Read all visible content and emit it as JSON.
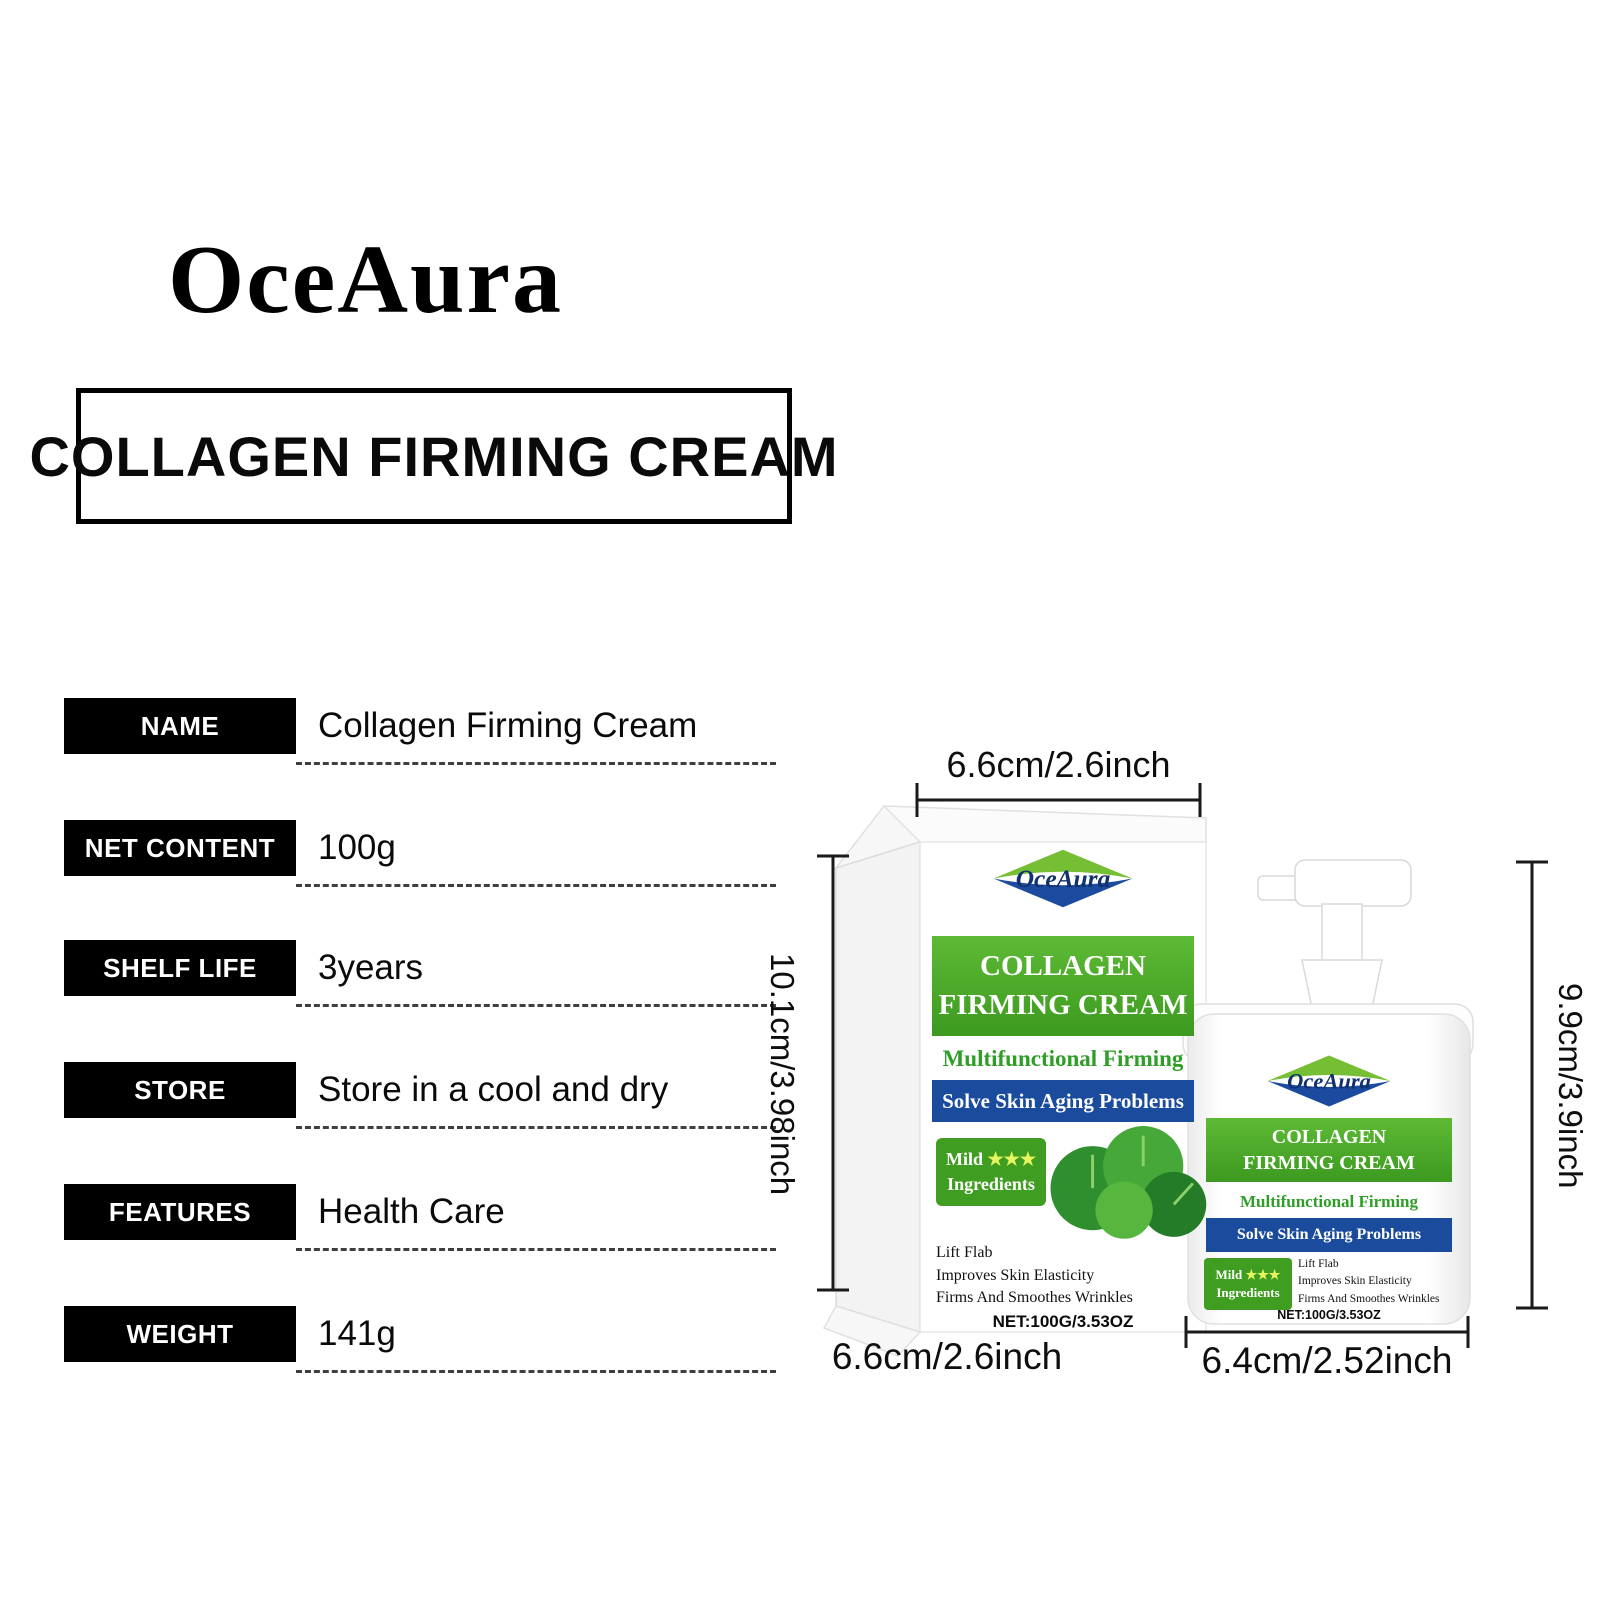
{
  "brand_logo": "OceAura",
  "title_box": "COLLAGEN FIRMING CREAM",
  "specs": [
    {
      "label": "NAME",
      "value": "Collagen Firming Cream"
    },
    {
      "label": "NET CONTENT",
      "value": "100g"
    },
    {
      "label": "SHELF LIFE",
      "value": "3years"
    },
    {
      "label": "STORE",
      "value": "Store in a cool and dry"
    },
    {
      "label": "FEATURES",
      "value": "Health Care"
    },
    {
      "label": "WEIGHT",
      "value": "141g"
    }
  ],
  "measurements": {
    "box_top_width": "6.6cm/2.6inch",
    "box_height": "10.1cm/3.98inch",
    "box_bottom_width": "6.6cm/2.6inch",
    "jar_height": "9.9cm/3.9inch",
    "jar_width": "6.4cm/2.52inch"
  },
  "label": {
    "brand": "OceAura",
    "title_line1": "COLLAGEN",
    "title_line2": "FIRMING CREAM",
    "subtitle": "Multifunctional Firming",
    "banner": "Solve Skin Aging Problems",
    "mild_word": "Mild",
    "mild_stars": "★★★",
    "mild_line2": "Ingredients",
    "feature1": "Lift Flab",
    "feature2": "Improves Skin Elasticity",
    "feature3": "Firms And Smoothes Wrinkles",
    "net": "NET:100G/3.53OZ"
  },
  "colors": {
    "band_green": "#4caf2c",
    "band_blue": "#1a4b9d",
    "logo_green": "#76bf34",
    "logo_navy": "#10306e",
    "label_black": "#000000"
  }
}
